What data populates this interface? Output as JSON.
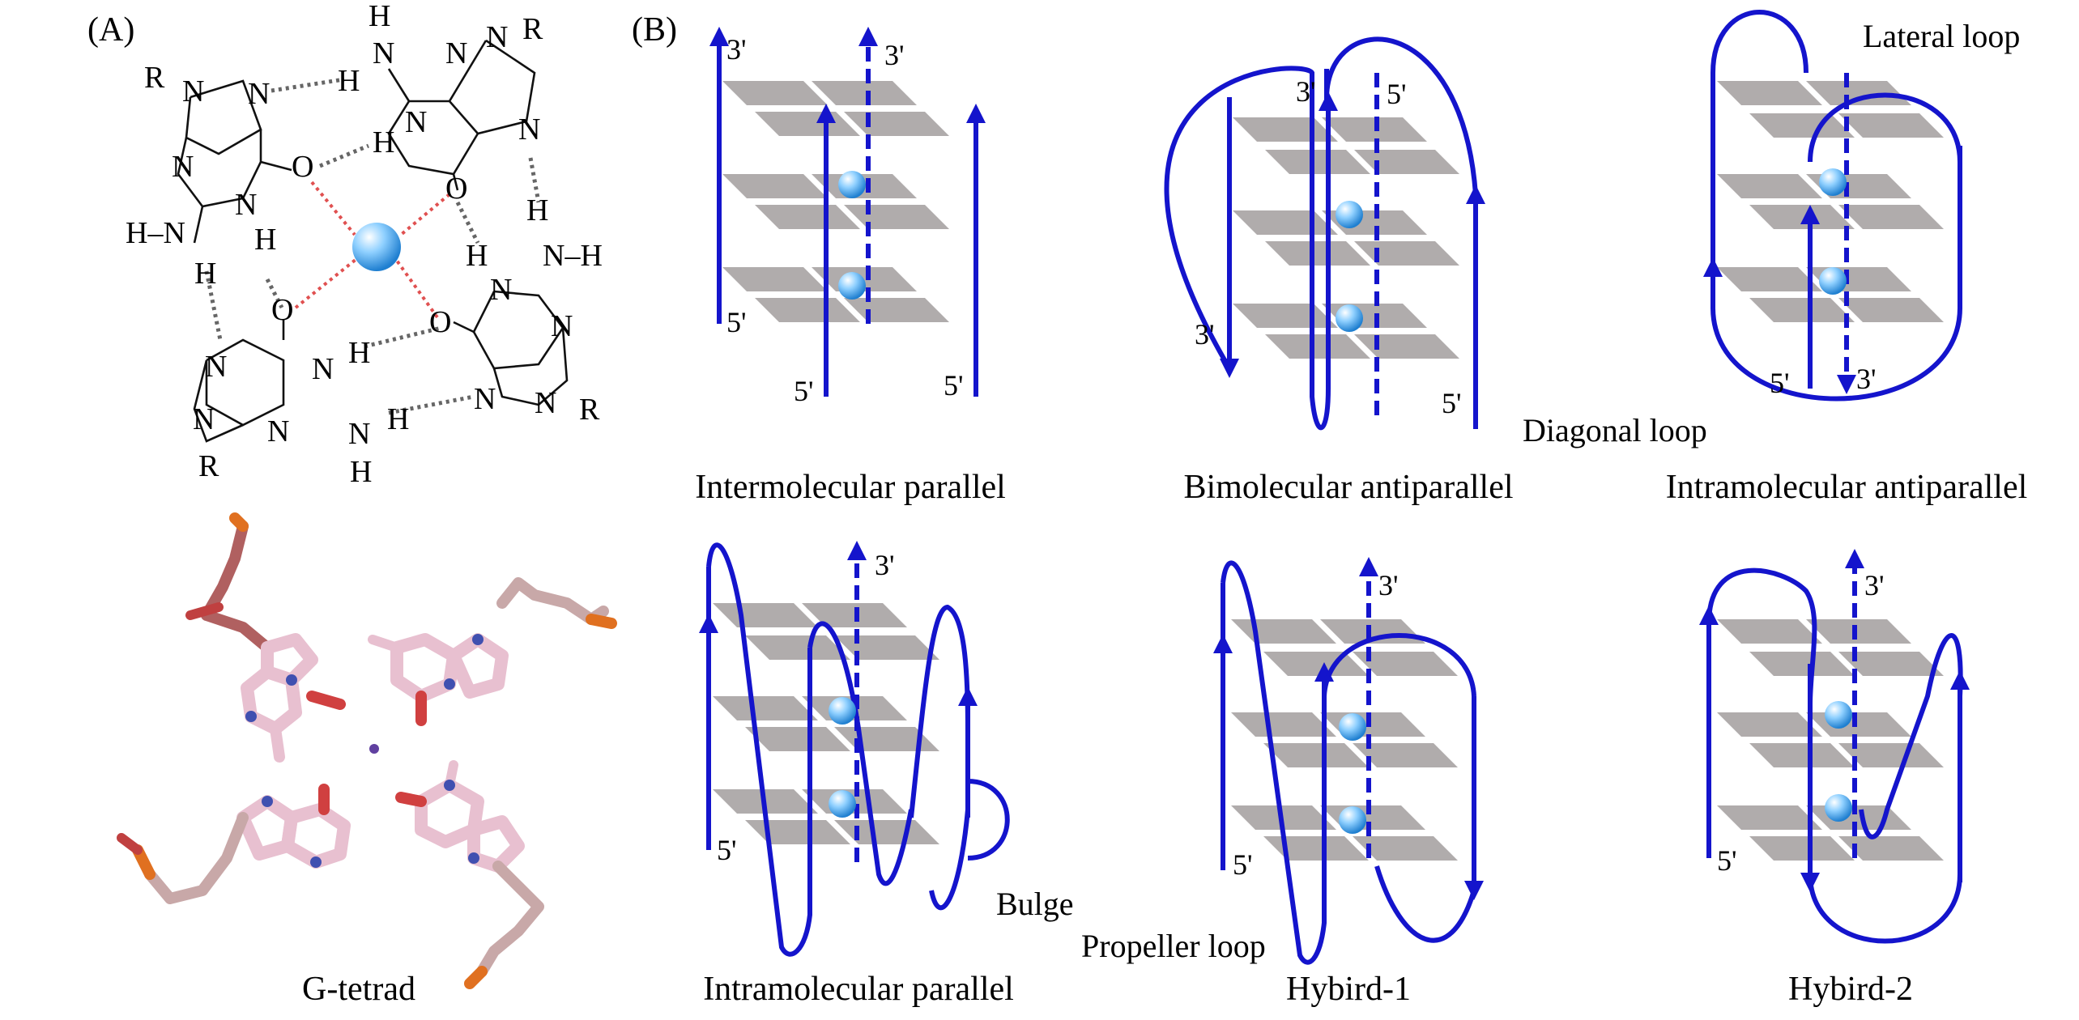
{
  "panels": {
    "a_label": "(A)",
    "b_label": "(B)"
  },
  "panel_a": {
    "tetrad_caption": "G-tetrad",
    "atom_labels": {
      "R": "R",
      "N": "N",
      "O": "O",
      "H": "H",
      "NH": "N–H",
      "HN": "H–N"
    }
  },
  "panel_b": {
    "captions": [
      "Intermolecular parallel",
      "Bimolecular antiparallel",
      "Intramolecular antiparallel",
      "Intramolecular parallel",
      "Hybird-1",
      "Hybird-2"
    ],
    "annotations": {
      "lateral_loop": "Lateral loop",
      "diagonal_loop": "Diagonal loop",
      "bulge": "Bulge",
      "propeller_loop": "Propeller loop"
    },
    "end_labels": {
      "three": "3'",
      "five": "5'"
    }
  },
  "colors": {
    "strand": "#1414cc",
    "tetrad_plate": "#b0acac",
    "ion": "#3aa0e8",
    "coordination_bond": "#e05050",
    "hydrogen_bond": "#666666"
  }
}
